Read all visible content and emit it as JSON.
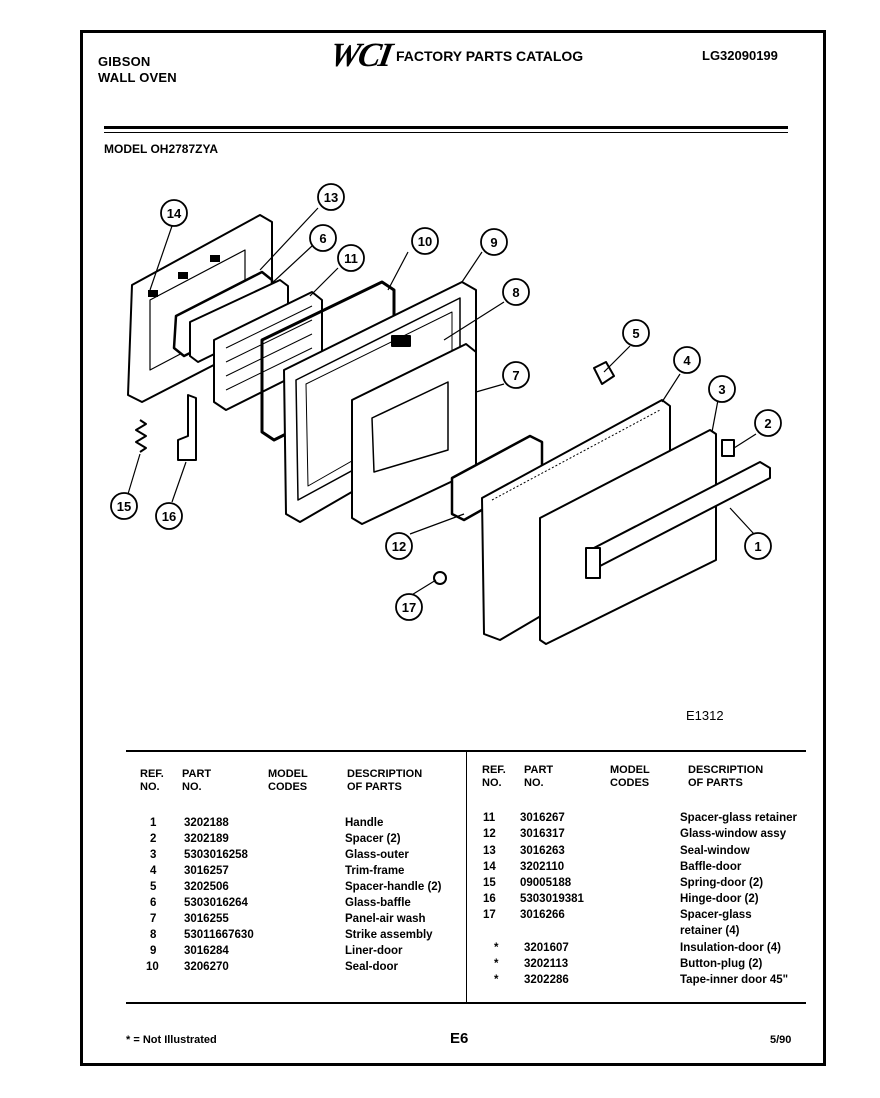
{
  "header": {
    "brand_line1": "GIBSON",
    "brand_line2": "WALL OVEN",
    "logo": "WCI",
    "catalog_title": "FACTORY PARTS CATALOG",
    "catalog_number": "LG32090199"
  },
  "model": "MODEL OH2787ZYA",
  "diagram": {
    "code": "E1312",
    "callouts": [
      "1",
      "2",
      "3",
      "4",
      "5",
      "6",
      "7",
      "8",
      "9",
      "10",
      "11",
      "12",
      "13",
      "14",
      "15",
      "16",
      "17"
    ]
  },
  "table": {
    "headers": {
      "ref_no": [
        "REF.",
        "NO."
      ],
      "part_no": [
        "PART",
        "NO."
      ],
      "model_codes": [
        "MODEL",
        "CODES"
      ],
      "description": [
        "DESCRIPTION",
        "OF PARTS"
      ]
    },
    "left": [
      {
        "ref": "1",
        "part": "3202188",
        "desc": "Handle"
      },
      {
        "ref": "2",
        "part": "3202189",
        "desc": "Spacer (2)"
      },
      {
        "ref": "3",
        "part": "5303016258",
        "desc": "Glass-outer"
      },
      {
        "ref": "4",
        "part": "3016257",
        "desc": "Trim-frame"
      },
      {
        "ref": "5",
        "part": "3202506",
        "desc": "Spacer-handle (2)"
      },
      {
        "ref": "6",
        "part": "5303016264",
        "desc": "Glass-baffle"
      },
      {
        "ref": "7",
        "part": "3016255",
        "desc": "Panel-air wash"
      },
      {
        "ref": "8",
        "part": "53011667630",
        "desc": "Strike assembly"
      },
      {
        "ref": "9",
        "part": "3016284",
        "desc": "Liner-door"
      },
      {
        "ref": "10",
        "part": "3206270",
        "desc": "Seal-door"
      }
    ],
    "right": [
      {
        "ref": "11",
        "part": "3016267",
        "desc": "Spacer-glass retainer"
      },
      {
        "ref": "12",
        "part": "3016317",
        "desc": "Glass-window assy"
      },
      {
        "ref": "13",
        "part": "3016263",
        "desc": "Seal-window"
      },
      {
        "ref": "14",
        "part": "3202110",
        "desc": "Baffle-door"
      },
      {
        "ref": "15",
        "part": "09005188",
        "desc": "Spring-door (2)"
      },
      {
        "ref": "16",
        "part": "5303019381",
        "desc": "Hinge-door (2)"
      },
      {
        "ref": "17",
        "part": "3016266",
        "desc": "Spacer-glass"
      },
      {
        "ref": "",
        "part": "",
        "desc": "retainer (4)"
      },
      {
        "ref": "*",
        "part": "3201607",
        "desc": "Insulation-door (4)"
      },
      {
        "ref": "*",
        "part": "3202113",
        "desc": "Button-plug (2)"
      },
      {
        "ref": "*",
        "part": "3202286",
        "desc": "Tape-inner door 45\""
      }
    ]
  },
  "footer": {
    "note": "* = Not Illustrated",
    "page": "E6",
    "date": "5/90"
  }
}
